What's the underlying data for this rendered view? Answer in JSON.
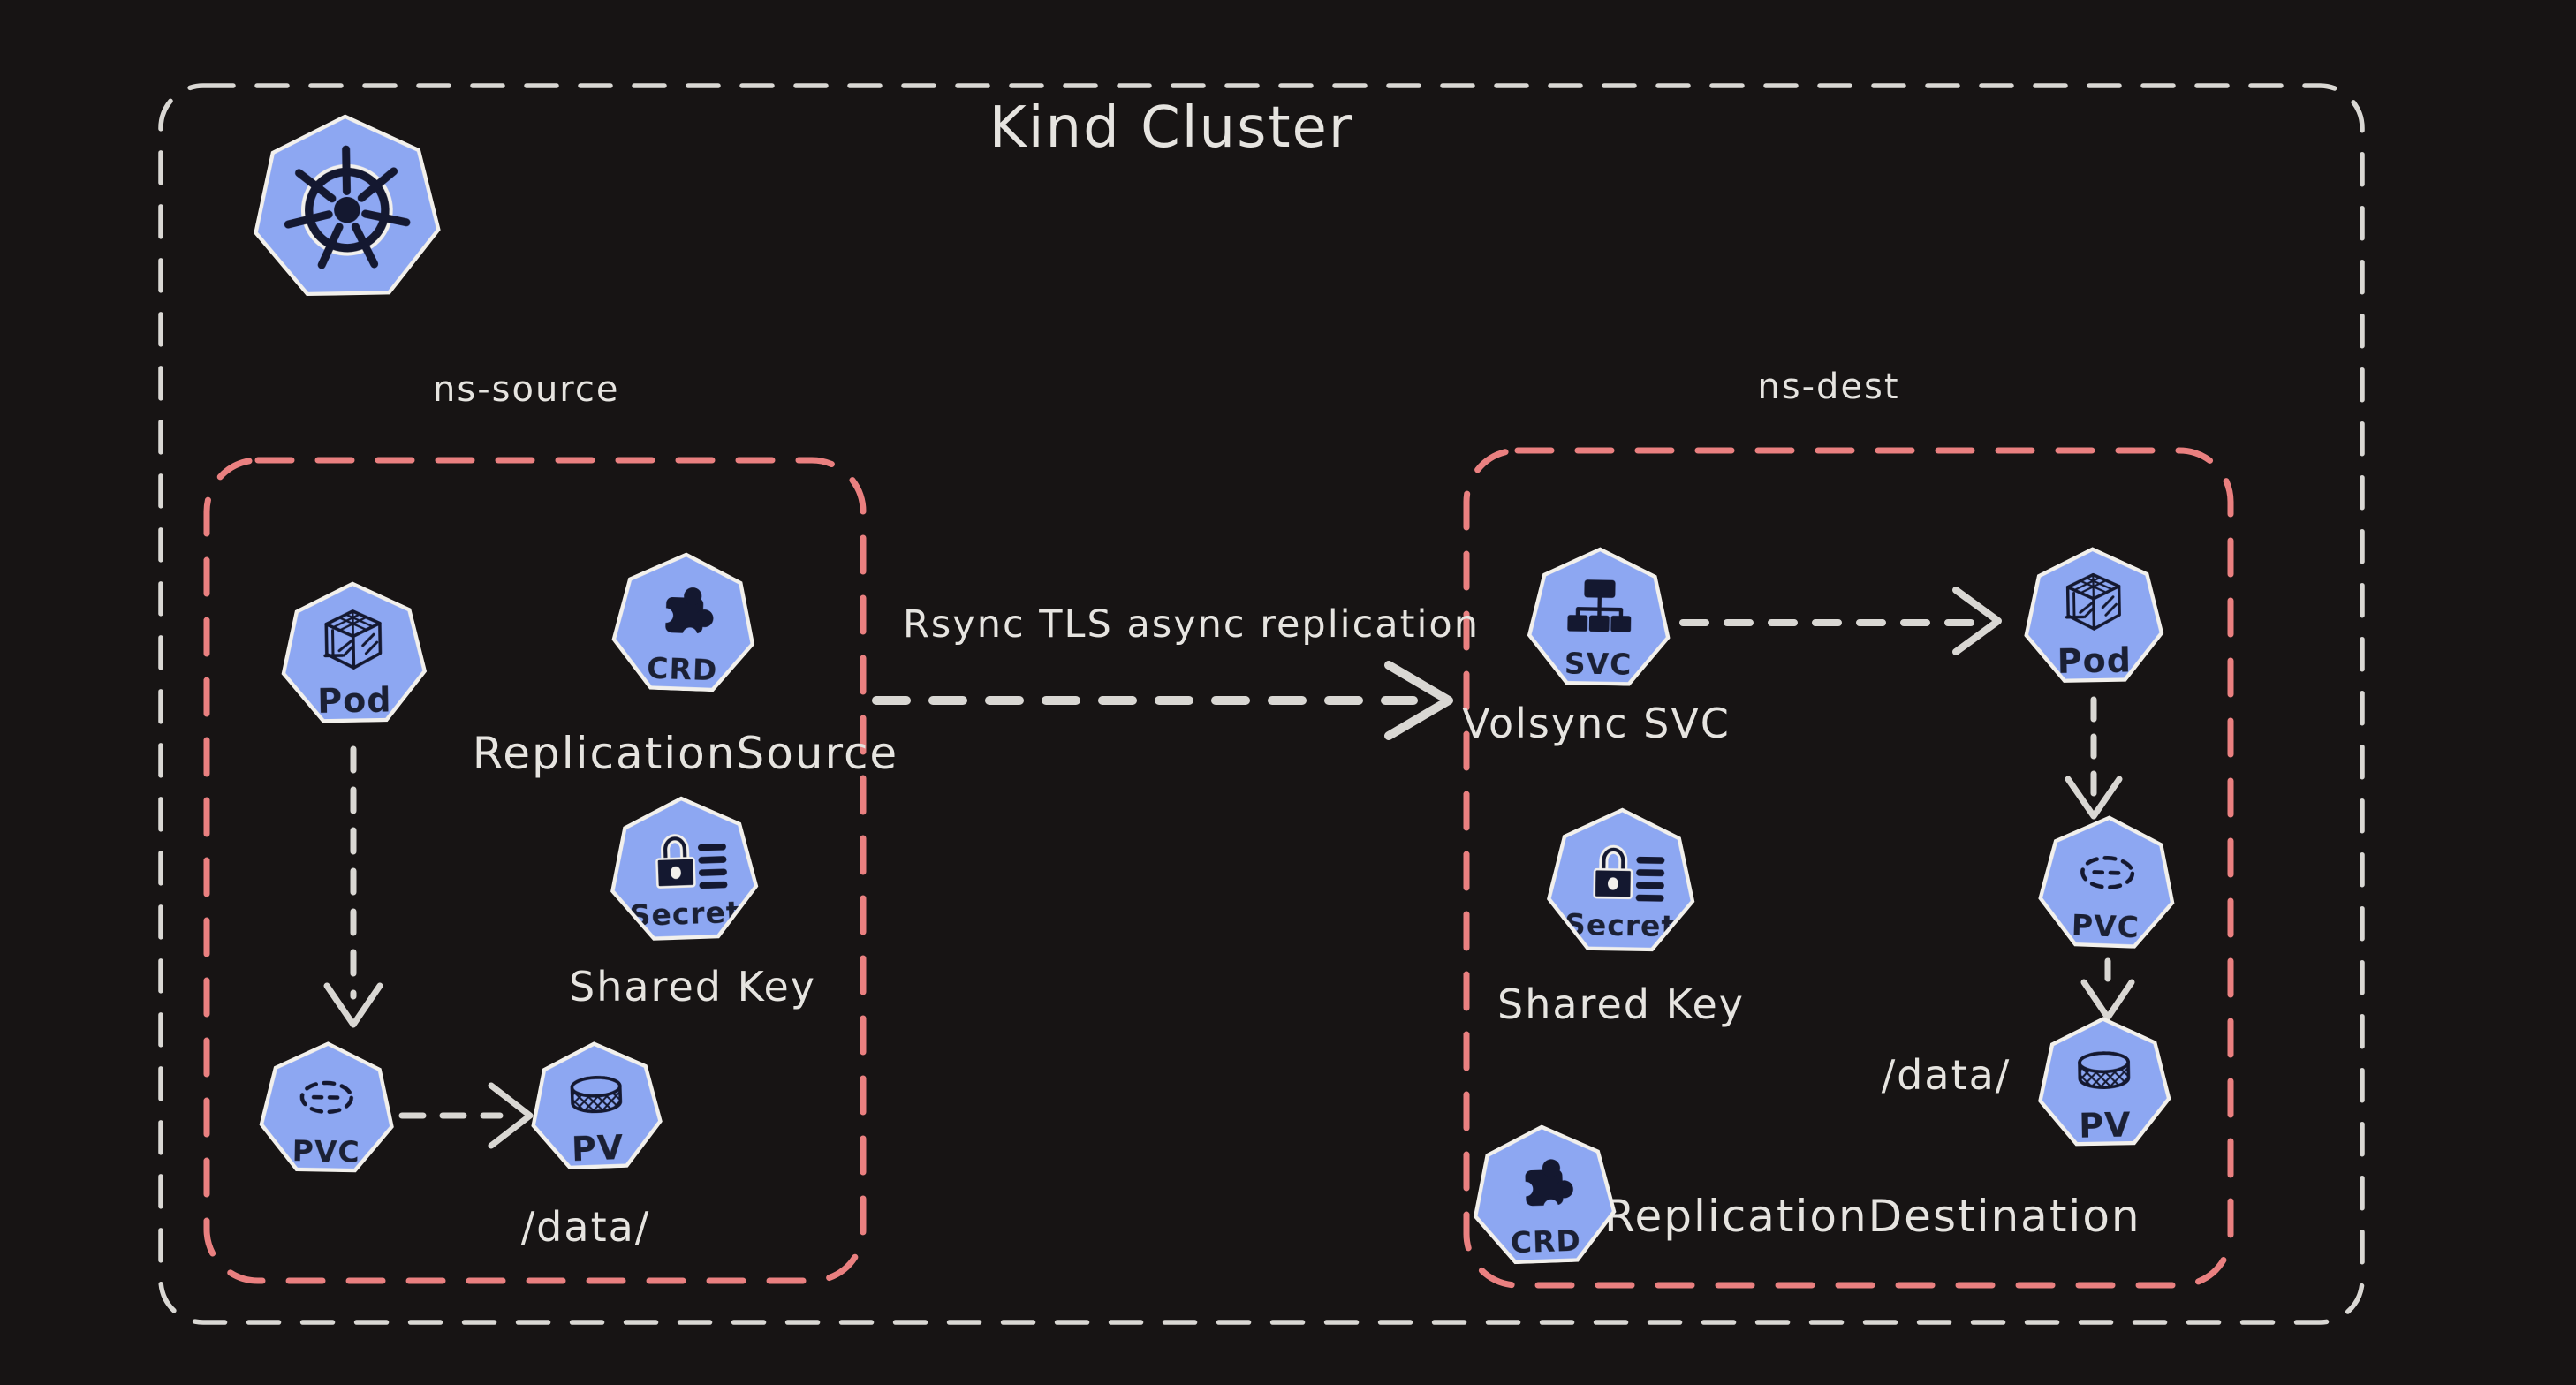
{
  "diagram": {
    "title": "Kind Cluster",
    "arrow_label": "Rsync TLS async replication",
    "namespaces": {
      "source": {
        "label": "ns-source",
        "pod": {
          "label": "Pod"
        },
        "crd": {
          "label": "CRD",
          "caption": "ReplicationSource"
        },
        "secret": {
          "label": "Secret",
          "caption": "Shared Key"
        },
        "pvc": {
          "label": "PVC"
        },
        "pv": {
          "label": "PV",
          "caption": "/data/"
        }
      },
      "dest": {
        "label": "ns-dest",
        "svc": {
          "label": "SVC",
          "caption": "Volsync SVC"
        },
        "pod": {
          "label": "Pod"
        },
        "pvc": {
          "label": "PVC"
        },
        "pv": {
          "label": "PV",
          "caption": "/data/"
        },
        "secret": {
          "label": "Secret",
          "caption": "Shared Key"
        },
        "crd": {
          "label": "CRD",
          "caption": "ReplicationDestination"
        }
      }
    },
    "colors": {
      "background": "#171414",
      "node_fill": "#8da7f2",
      "node_outline": "#f2f0ec",
      "icon_stroke": "#141830",
      "cluster_border": "#dad8d4",
      "namespace_border": "#ea8080",
      "arrow": "#d9d7d3",
      "label_light": "#e6e4e0",
      "label_dark": "#1b2034"
    }
  }
}
